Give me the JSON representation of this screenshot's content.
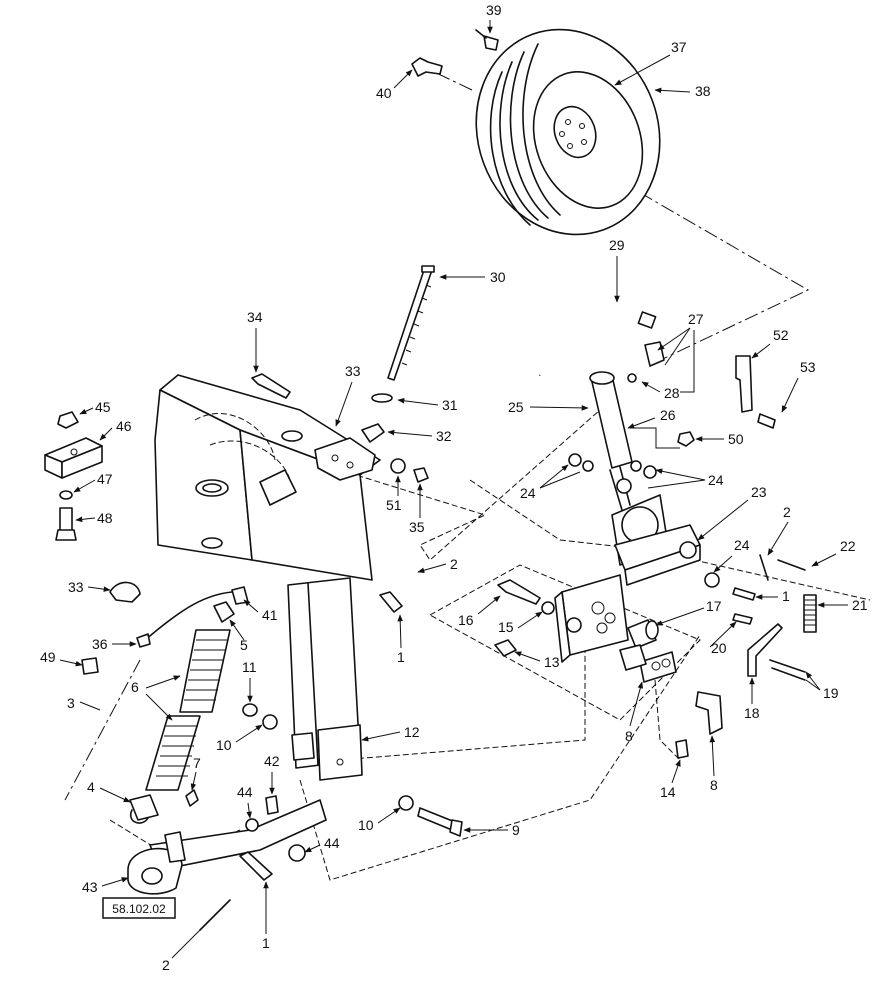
{
  "reference_box": "58.102.02",
  "callouts": [
    {
      "id": "c39",
      "label": "39"
    },
    {
      "id": "c37",
      "label": "37"
    },
    {
      "id": "c40",
      "label": "40"
    },
    {
      "id": "c38",
      "label": "38"
    },
    {
      "id": "c29",
      "label": "29"
    },
    {
      "id": "c30",
      "label": "30"
    },
    {
      "id": "c27",
      "label": "27"
    },
    {
      "id": "c52",
      "label": "52"
    },
    {
      "id": "c34",
      "label": "34"
    },
    {
      "id": "c33a",
      "label": "33"
    },
    {
      "id": "c53",
      "label": "53"
    },
    {
      "id": "c28",
      "label": "28"
    },
    {
      "id": "c31",
      "label": "31"
    },
    {
      "id": "c45",
      "label": "45"
    },
    {
      "id": "c25",
      "label": "25"
    },
    {
      "id": "c46",
      "label": "46"
    },
    {
      "id": "c26",
      "label": "26"
    },
    {
      "id": "c32",
      "label": "32"
    },
    {
      "id": "c50",
      "label": "50"
    },
    {
      "id": "c24a",
      "label": "24"
    },
    {
      "id": "c24b",
      "label": "24"
    },
    {
      "id": "c47",
      "label": "47"
    },
    {
      "id": "c51",
      "label": "51"
    },
    {
      "id": "c35",
      "label": "35"
    },
    {
      "id": "c23",
      "label": "23"
    },
    {
      "id": "c48",
      "label": "48"
    },
    {
      "id": "c2a",
      "label": "2"
    },
    {
      "id": "c24c",
      "label": "24"
    },
    {
      "id": "c22",
      "label": "22"
    },
    {
      "id": "c2b",
      "label": "2"
    },
    {
      "id": "c33b",
      "label": "33"
    },
    {
      "id": "c41",
      "label": "41"
    },
    {
      "id": "c1a",
      "label": "1"
    },
    {
      "id": "c21",
      "label": "21"
    },
    {
      "id": "c16",
      "label": "16"
    },
    {
      "id": "c17",
      "label": "17"
    },
    {
      "id": "c5",
      "label": "5"
    },
    {
      "id": "c36",
      "label": "36"
    },
    {
      "id": "c15",
      "label": "15"
    },
    {
      "id": "c1b",
      "label": "1"
    },
    {
      "id": "c20",
      "label": "20"
    },
    {
      "id": "c13",
      "label": "13"
    },
    {
      "id": "c49",
      "label": "49"
    },
    {
      "id": "c11",
      "label": "11"
    },
    {
      "id": "c6",
      "label": "6"
    },
    {
      "id": "c19",
      "label": "19"
    },
    {
      "id": "c3",
      "label": "3"
    },
    {
      "id": "c18",
      "label": "18"
    },
    {
      "id": "c10a",
      "label": "10"
    },
    {
      "id": "c12",
      "label": "12"
    },
    {
      "id": "c8a",
      "label": "8"
    },
    {
      "id": "c7",
      "label": "7"
    },
    {
      "id": "c42",
      "label": "42"
    },
    {
      "id": "c4",
      "label": "4"
    },
    {
      "id": "c14",
      "label": "14"
    },
    {
      "id": "c8b",
      "label": "8"
    },
    {
      "id": "c44a",
      "label": "44"
    },
    {
      "id": "c10b",
      "label": "10"
    },
    {
      "id": "c9",
      "label": "9"
    },
    {
      "id": "c44b",
      "label": "44"
    },
    {
      "id": "c43",
      "label": "43"
    },
    {
      "id": "c1c",
      "label": "1"
    },
    {
      "id": "c2c",
      "label": "2"
    }
  ]
}
